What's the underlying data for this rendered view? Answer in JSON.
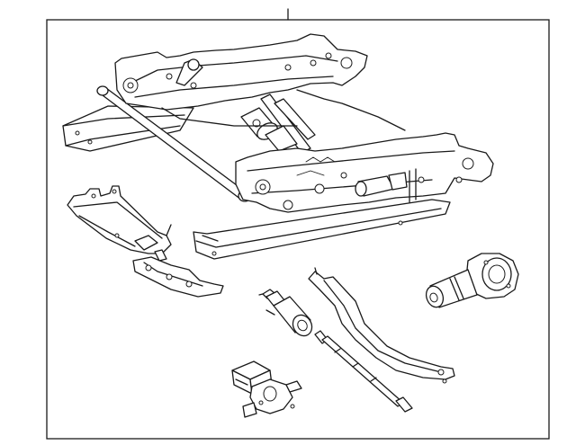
{
  "diagram": {
    "parts": [
      {
        "name": "seat-adjuster-frame"
      },
      {
        "name": "left-side-bracket"
      },
      {
        "name": "lower-mount-bracket"
      },
      {
        "name": "adjust-motor-right"
      },
      {
        "name": "solenoid-motor"
      },
      {
        "name": "drive-cable-rod"
      },
      {
        "name": "guide-rail-arm"
      },
      {
        "name": "small-actuator-motor"
      }
    ]
  }
}
